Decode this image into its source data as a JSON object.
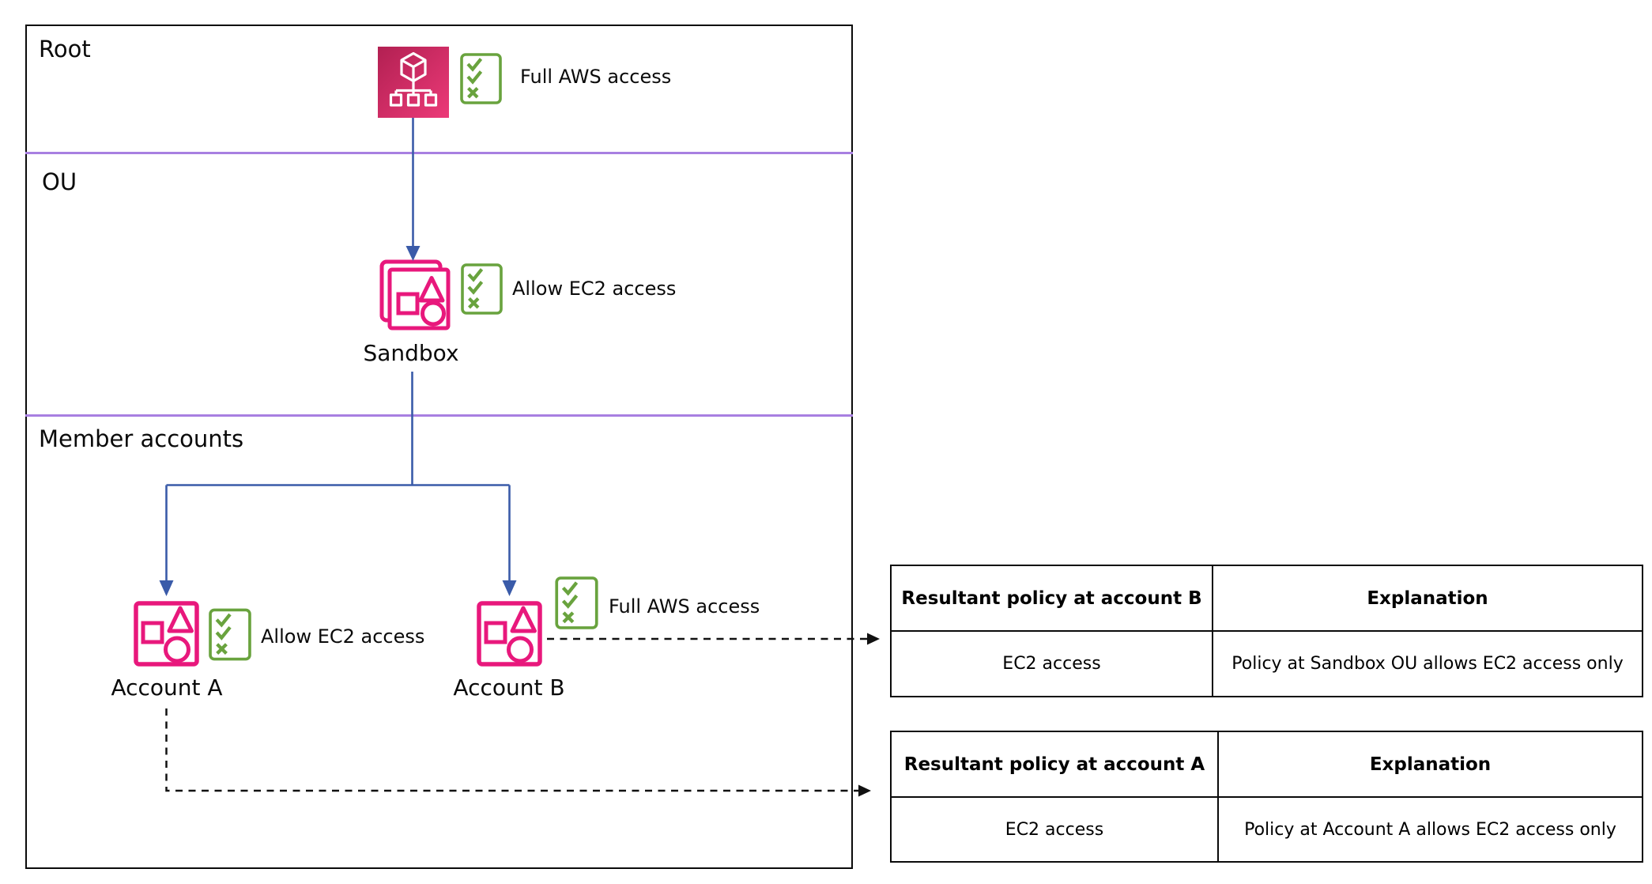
{
  "sections": {
    "root_label": "Root",
    "ou_label": "OU",
    "member_label": "Member accounts"
  },
  "nodes": {
    "root": {
      "policy": "Full AWS access"
    },
    "sandbox": {
      "label": "Sandbox",
      "policy": "Allow EC2 access"
    },
    "account_a": {
      "label": "Account A",
      "policy": "Allow EC2 access"
    },
    "account_b": {
      "label": "Account B",
      "policy": "Full AWS access"
    }
  },
  "icons": {
    "root": "organizations-management-icon",
    "ou": "organizational-unit-icon",
    "account": "account-icon",
    "policy": "checklist-policy-icon"
  },
  "tables": {
    "account_b": {
      "headers": [
        "Resultant policy at account B",
        "Explanation"
      ],
      "row": [
        "EC2 access",
        "Policy at Sandbox OU allows EC2 access only"
      ]
    },
    "account_a": {
      "headers": [
        "Resultant policy at account A",
        "Explanation"
      ],
      "row": [
        "EC2 access",
        "Policy at Account A allows EC2 access only"
      ]
    }
  },
  "colors": {
    "pink": "#E8187C",
    "pink_grad_start": "#B22052",
    "pink_grad_end": "#EC3A78",
    "green": "#69A33E",
    "blue": "#3A5BA9",
    "purple": "#A87FE1",
    "ink": "#000000"
  }
}
